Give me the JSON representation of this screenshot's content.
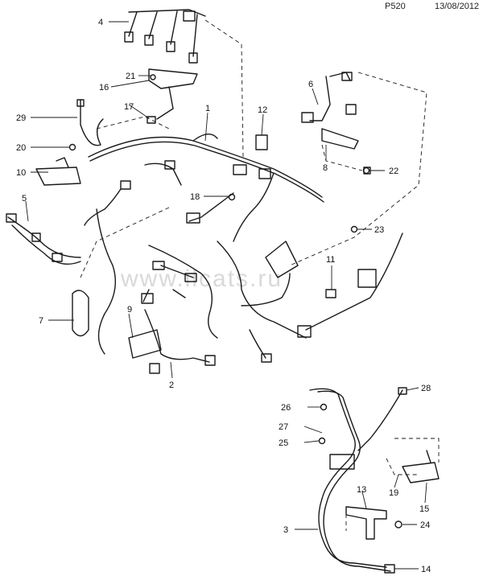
{
  "header": {
    "code": "P520",
    "date": "13/08/2012"
  },
  "watermark": "www.ilcats.ru",
  "callouts": [
    "1",
    "2",
    "3",
    "4",
    "5",
    "6",
    "7",
    "8",
    "9",
    "10",
    "11",
    "12",
    "13",
    "14",
    "15",
    "16",
    "17",
    "18",
    "19",
    "20",
    "21",
    "22",
    "23",
    "24",
    "25",
    "26",
    "27",
    "28",
    "29"
  ],
  "colors": {
    "line": "#1a1a1a",
    "background": "#ffffff"
  }
}
